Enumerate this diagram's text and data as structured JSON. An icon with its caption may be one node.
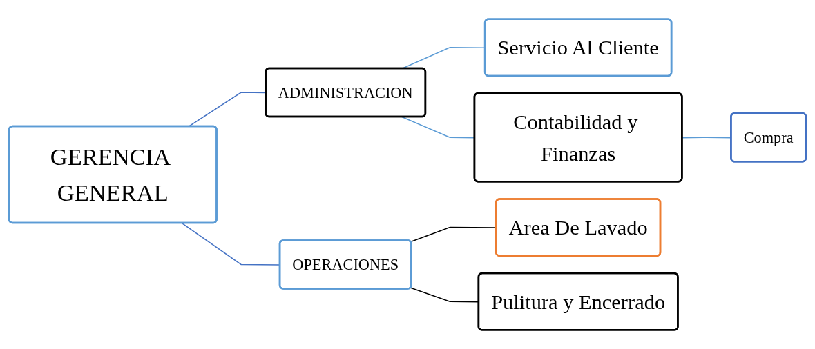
{
  "diagram": {
    "nodes": [
      {
        "text": [
          "GERENCIA GENERAL"
        ]
      },
      {
        "text": [
          "ADMINISTRACION"
        ]
      },
      {
        "text": [
          "Servicio Al Cliente"
        ]
      },
      {
        "text": [
          "Contabilidad y Finanzas"
        ]
      },
      {
        "text": [
          "Compra"
        ]
      },
      {
        "text": [
          "OPERACIONES"
        ]
      },
      {
        "text": [
          "Area De Lavado"
        ]
      },
      {
        "text": [
          "Pulitura y Encerrado"
        ]
      }
    ],
    "edges": [
      {
        "from": 0,
        "to": 1,
        "arrow": "none",
        "color": "#4472c4"
      },
      {
        "from": 0,
        "to": 5,
        "arrow": "none",
        "color": "#4472c4"
      },
      {
        "from": 1,
        "to": 2,
        "arrow": "none",
        "color": "#5b9bd5"
      },
      {
        "from": 1,
        "to": 3,
        "arrow": "none",
        "color": "#5b9bd5"
      },
      {
        "from": 3,
        "to": 4,
        "arrow": "none",
        "color": "#5b9bd5"
      },
      {
        "from": 5,
        "to": 6,
        "arrow": "none",
        "color": "#000000"
      },
      {
        "from": 5,
        "to": 7,
        "arrow": "none",
        "color": "#000000"
      }
    ]
  }
}
